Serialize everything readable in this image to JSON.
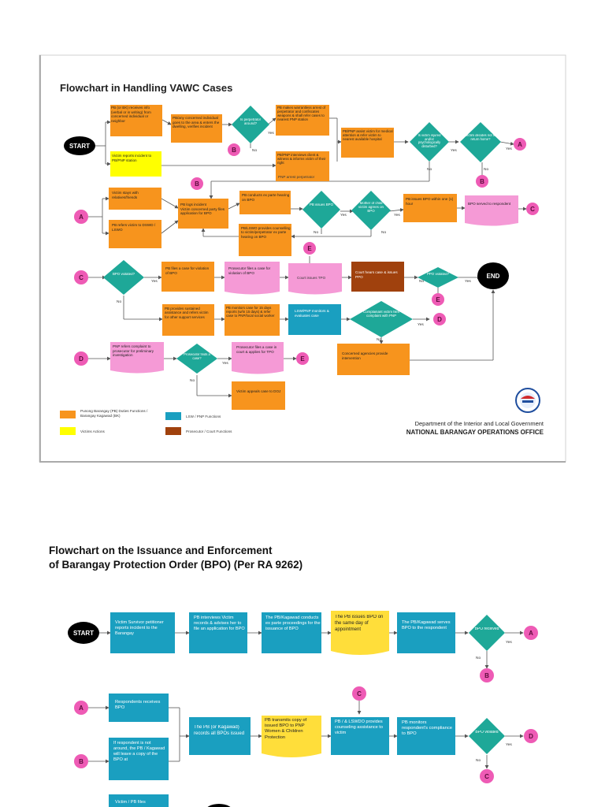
{
  "page1": {
    "title": "Flowchart in Handling VAWC Cases",
    "dept_line1": "Department of the Interior and Local Government",
    "dept_line2": "NATIONAL BARANGAY OPERATIONS OFFICE",
    "legend": [
      {
        "label": "Punong Barangay (PB) Duties Functions / Barangay Kagawad (BK)",
        "color": "#f7941d"
      },
      {
        "label": "Victims Actions",
        "color": "#ffff00"
      },
      {
        "label": "LSW / PNP Functions",
        "color": "#1a9fc0"
      },
      {
        "label": "Prosecutor / Court Functions",
        "color": "#a0410d"
      }
    ],
    "nodes": {
      "start": "START",
      "end": "END",
      "pb_receives": "PB (or BK) receives info (verbal or in writing) from concerned individual or neighbor",
      "victim_reports": "Victim reports incident to PB/PNP station",
      "pb_any_concerned": "PB/any concerned individual goes to the area & enters the dwelling, verifies incident",
      "perpetrator_around": "Is perpetrator around?",
      "pb_warrantless": "PB makes warrantless arrest of perpetrator and confiscates weapons & shall refer cases to nearest PNP station",
      "pb_pnp_interview": "PB/PNP interviews client & witness & informs victim of their right",
      "pnp_arrest": "PNP arrest perpetrator",
      "pb_pnp_assist": "PB/PNP assist victim for medical attention & refer victim to nearest available hospital",
      "victim_injured": "Is victim injured and/or psychologically disturbed?",
      "victim_return": "Victim decides not to return home?",
      "victim_stays": "Victim stays with relatives/friends",
      "pb_refers": "PB refers victim to DSWD / LSWO",
      "pb_logs": "PB logs incident",
      "victim_files": "Victim concerned party files application for BPO",
      "pb_conducts": "PB conducts ex parte hearing on BPO",
      "pb_issues_bpo": "PB issues BPO",
      "mother_agrees": "Mother of child victim agrees on BPO",
      "pb_issues_bpo_hour": "PB issues BPO within one (1) hour",
      "bpo_served": "BPO served to respondent",
      "pb_lswo_counselling": "PB/LSWO provides counselling to victim/perpetrator ex parte hearing on BPO",
      "bpo_violated": "BPO violated?",
      "pb_files_case": "PB files a case for violation of BPO",
      "prosecutor_files": "Prosecutor files a case for violation of BPO",
      "court_issues_tpo": "Court issues TPO",
      "court_hears": "Court hears case & issues PPO",
      "ppo_violated": "PPO violated?",
      "pb_provides_sustained": "PB provides sustained assistance and refers victim for other support services",
      "pb_monitors": "PB monitors case for 15 days reports (w/in 15 days) & refer case to PNP/local social worker",
      "lsw_pnp_monitors": "LSW/PNP monitors & evaluates case",
      "complainant_files": "Complainant victim files complaint with PNP",
      "concerned_agencies": "Concerned agencies provide intervention",
      "pnp_refers": "PNP refers complaint to prosecutor for preliminary investigation",
      "prosecutor_case": "Prosecutor finds a case?",
      "prosecutor_files_court": "Prosecutor files a case in court & applies for TPO",
      "victim_appeals": "Victim appeals case to DOJ"
    },
    "labels": {
      "yes": "Yes",
      "no": "No"
    },
    "connectors": [
      "A",
      "B",
      "C",
      "D",
      "E"
    ]
  },
  "page2": {
    "title_line1": "Flowchart on the Issuance and Enforcement",
    "title_line2": "of Barangay Protection Order (BPO) (Per RA 9262)",
    "nodes": {
      "start": "START",
      "victim_survivor": "Victim Survivor petitioner reports incident to the Barangay",
      "pb_interviews": "PB interviews Victim records & advises her to file an application for BPO",
      "pb_kagawad_conducts": "The PB/Kagawad conducts ex parte proceedings for the issuance of BPO",
      "pb_issues_same_day": "The PB issues BPO on the same day of appointment",
      "pb_serves": "The PB/Kagawad serves BPO to the respondent",
      "bpo_received": "BPO received",
      "respondents_receives": "Respondents receives BPO",
      "if_respondent_not_around": "If respondent is not around, the PB / Kagawad will leave a copy of the BPO at",
      "pb_records": "The PB (or Kagawad) records all BPOs issued",
      "pb_transmits": "PB transmits copy of issued BPO to PNP Women & Children Protection",
      "pb_lswdo": "PB / & LSWDO provides counseling assistance to victim",
      "pb_monitors_compliance": "PB monitors respondent's compliance to BPO",
      "bpo_violated": "BPO violated",
      "victim_pb_files": "Victim / PB files"
    },
    "labels": {
      "yes": "Yes",
      "no": "No"
    },
    "connectors": [
      "A",
      "B",
      "C",
      "D"
    ]
  },
  "colors": {
    "orange": "#f7941d",
    "yellow": "#ffff00",
    "blue": "#1a9fc0",
    "brown": "#a0410d",
    "pink": "#f59ad6",
    "pink_connector": "#ee5bb5",
    "teal_diamond": "#1ea898",
    "terminal": "#000000"
  }
}
